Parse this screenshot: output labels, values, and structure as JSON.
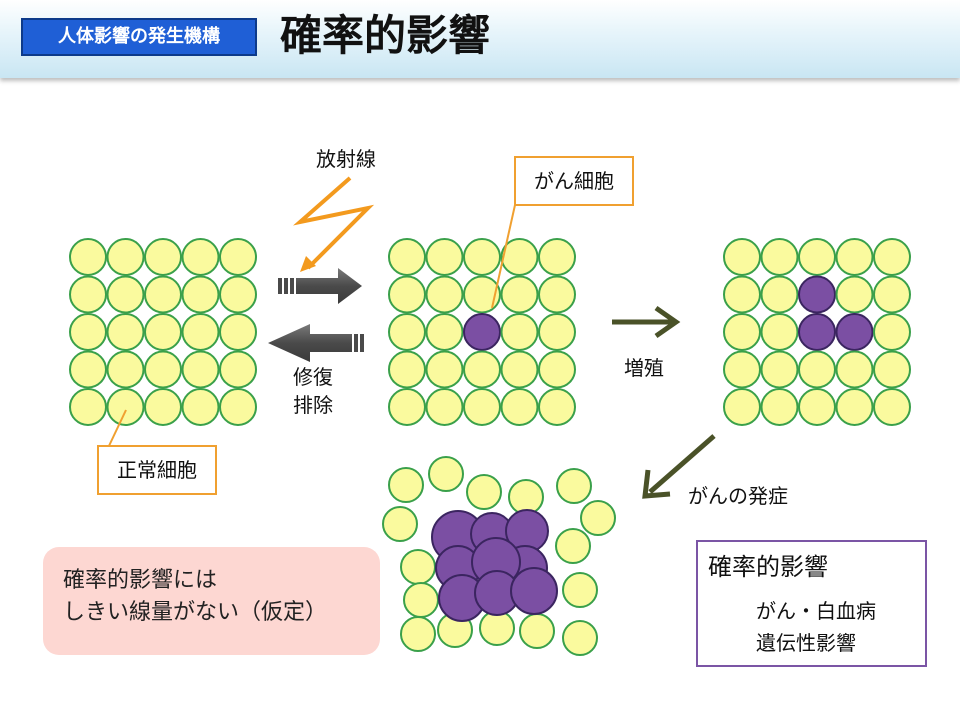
{
  "header": {
    "badge": "人体影響の発生機構",
    "title": "確率的影響"
  },
  "labels": {
    "radiation": "放射線",
    "repair_line1": "修復",
    "repair_line2": "排除",
    "proliferation": "増殖",
    "cancer_onset": "がんの発症"
  },
  "callouts": {
    "cancer_cell": "がん細胞",
    "normal_cell": "正常細胞"
  },
  "note": {
    "line1": "確率的影響には",
    "line2": "しきい線量がない（仮定）"
  },
  "summary": {
    "title": "確率的影響",
    "item1": "がん・白血病",
    "item2": "遺伝性影響"
  },
  "colors": {
    "normal_cell_fill": "#fafa9e",
    "normal_cell_stroke": "#3aa04a",
    "cancer_cell_fill": "#7b4fa3",
    "cancer_cell_stroke": "#3b2560",
    "callout_border": "#f0a030",
    "radiation_bolt": "#f39a1e",
    "arrow_dark": "#595959",
    "arrow_olive": "#4a5228",
    "note_bg": "#fdd7d2",
    "summary_border": "#7b55a5",
    "badge_bg": "#1f5fd6"
  }
}
